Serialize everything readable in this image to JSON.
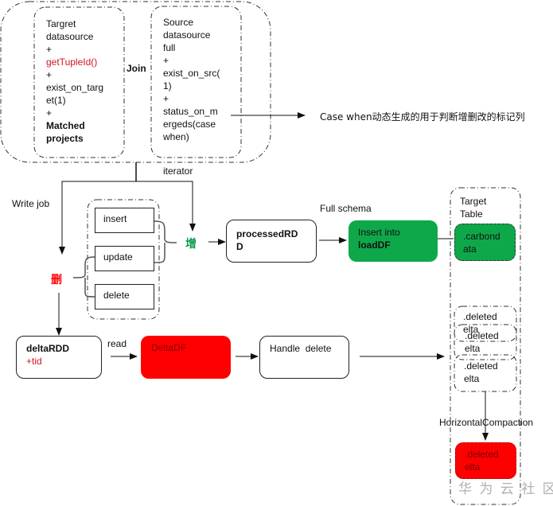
{
  "join_group": {
    "target_box": {
      "line1": "Targret",
      "line2": "datasource",
      "plus1": "+",
      "func": "getTupleId()",
      "plus2": "+",
      "exist1": "exist_on_targ",
      "exist2": "et(1)",
      "plus3": "+",
      "matched1": "Matched",
      "matched2": "projects"
    },
    "join_label": "Join",
    "source_box": {
      "line1": "Source",
      "line2": "datasource",
      "line3": "full",
      "plus1": "+",
      "exist1": "exist_on_src(",
      "exist2": "1)",
      "plus2": "+",
      "status1": "status_on_m",
      "status2": "ergeds(case",
      "status3": "when)"
    }
  },
  "case_when_note": "Case when动态生成的用于判断增删改的标记列",
  "iterator_label": "iterator",
  "write_job_label": "Write job",
  "ops": {
    "insert": "insert",
    "update": "update",
    "delete": "delete"
  },
  "add_char": "增",
  "delete_char": "删",
  "processed_rdd": {
    "line1": "processedRD",
    "line2": "D"
  },
  "full_schema_label": "Full schema",
  "load_df": {
    "line1": "Insert into",
    "line2": "loadDF"
  },
  "target_table": {
    "title1": "Target",
    "title2": "Table",
    "carbondata1": ".carbond",
    "carbondata2": "ata",
    "deleted_files": [
      {
        "line1": ".deleted",
        "line2": "elta"
      },
      {
        "line1": ".deleted",
        "line2": "elta"
      },
      {
        "line1": ".deleted",
        "line2": "elta"
      }
    ],
    "compaction_label": "HorizontalCompaction",
    "compacted": {
      "line1": ".deleted",
      "line2": "elta"
    }
  },
  "delta_rdd": {
    "line1": "deltaRDD",
    "line2": "+tid"
  },
  "read_label": "read",
  "delta_df": "DeltaDF",
  "handle_delete": "Handle  delete",
  "watermark": "华 为 云 社 区",
  "colors": {
    "green": "#0ea84a",
    "red": "#ff0000",
    "red_text": "#d0161f",
    "add_green": "#0a9a4a"
  }
}
